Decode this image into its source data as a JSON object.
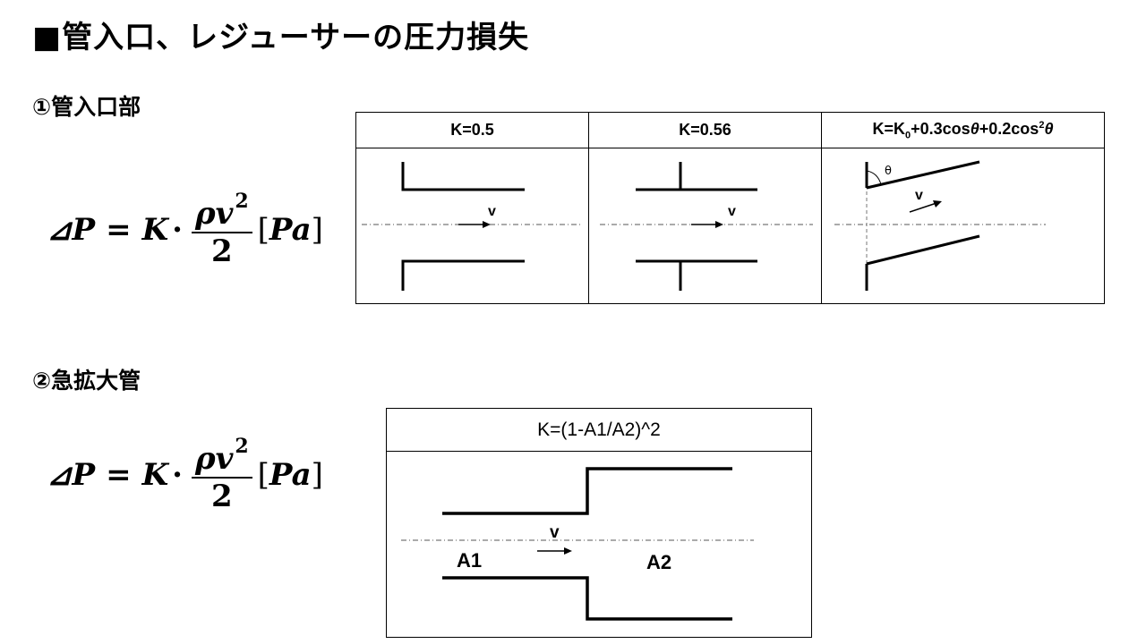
{
  "title": "■管入口、レジューサーの圧力損失",
  "section1": {
    "heading": "①管入口部",
    "formula": {
      "lhs": "⊿P",
      "eq": "=",
      "k": "K",
      "dot": "·",
      "num": "ρv",
      "exp": "2",
      "den": "2",
      "unit_open": "[",
      "unit": "Pa",
      "unit_close": "]"
    },
    "cases": [
      {
        "k_label": "K=0.5",
        "velocity": "v"
      },
      {
        "k_label": "K=0.56",
        "velocity": "v"
      },
      {
        "k_label_parts": {
          "a": "K=K",
          "sub": "0",
          "b": "+0.3cos",
          "theta1": "θ",
          "c": "+0.2cos",
          "sup": "2",
          "theta2": "θ"
        },
        "velocity": "v",
        "angle": "θ"
      }
    ]
  },
  "section2": {
    "heading": "②急拡大管",
    "formula": {
      "lhs": "⊿P",
      "eq": "=",
      "k": "K",
      "dot": "·",
      "num": "ρv",
      "exp": "2",
      "den": "2",
      "unit_open": "[",
      "unit": "Pa",
      "unit_close": "]"
    },
    "k_label": "K=(1-A1/A2)^2",
    "velocity": "v",
    "area1": "A1",
    "area2": "A2"
  },
  "colors": {
    "line": "#000000",
    "background": "#ffffff",
    "centerline": "#555555"
  }
}
